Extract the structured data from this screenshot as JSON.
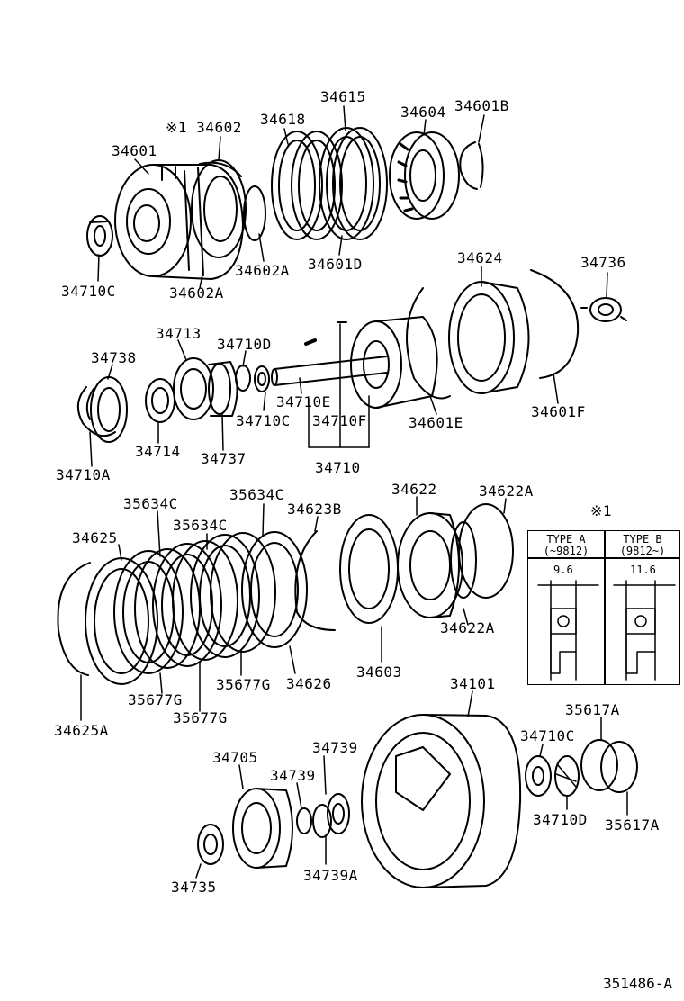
{
  "labels": [
    {
      "id": "p34601",
      "text": "34601"
    },
    {
      "id": "p34602",
      "text": "※1 34602"
    },
    {
      "id": "p34618",
      "text": "34618"
    },
    {
      "id": "p34615",
      "text": "34615"
    },
    {
      "id": "p34604",
      "text": "34604"
    },
    {
      "id": "p34601B",
      "text": "34601B"
    },
    {
      "id": "p34710C_top",
      "text": "34710C"
    },
    {
      "id": "p34602A_low",
      "text": "34602A"
    },
    {
      "id": "p34602A",
      "text": "34602A"
    },
    {
      "id": "p34601D",
      "text": "34601D"
    },
    {
      "id": "p34624",
      "text": "34624"
    },
    {
      "id": "p34736",
      "text": "34736"
    },
    {
      "id": "p34713",
      "text": "34713"
    },
    {
      "id": "p34710D_mid",
      "text": "34710D"
    },
    {
      "id": "p34738",
      "text": "34738"
    },
    {
      "id": "p34710E",
      "text": "34710E"
    },
    {
      "id": "p34710C_mid",
      "text": "34710C"
    },
    {
      "id": "p34710F",
      "text": "34710F"
    },
    {
      "id": "p34601E",
      "text": "34601E"
    },
    {
      "id": "p34601F",
      "text": "34601F"
    },
    {
      "id": "p34714",
      "text": "34714"
    },
    {
      "id": "p34737",
      "text": "34737"
    },
    {
      "id": "p34710",
      "text": "34710"
    },
    {
      "id": "p34710A",
      "text": "34710A"
    },
    {
      "id": "p35634C_a",
      "text": "35634C"
    },
    {
      "id": "p35634C_b",
      "text": "35634C"
    },
    {
      "id": "p35634C_c",
      "text": "35634C"
    },
    {
      "id": "p34623B",
      "text": "34623B"
    },
    {
      "id": "p34622",
      "text": "34622"
    },
    {
      "id": "p34622A_top",
      "text": "34622A"
    },
    {
      "id": "p34625",
      "text": "34625"
    },
    {
      "id": "p34622A_low",
      "text": "34622A"
    },
    {
      "id": "p34603",
      "text": "34603"
    },
    {
      "id": "p35677G_a",
      "text": "35677G"
    },
    {
      "id": "p35677G_b",
      "text": "35677G"
    },
    {
      "id": "p35677G_c",
      "text": "35677G"
    },
    {
      "id": "p34626",
      "text": "34626"
    },
    {
      "id": "p34625A",
      "text": "34625A"
    },
    {
      "id": "p34101",
      "text": "34101"
    },
    {
      "id": "p35617A_top",
      "text": "35617A"
    },
    {
      "id": "p34710C_low",
      "text": "34710C"
    },
    {
      "id": "p34710D_low",
      "text": "34710D"
    },
    {
      "id": "p35617A_low",
      "text": "35617A"
    },
    {
      "id": "p34705",
      "text": "34705"
    },
    {
      "id": "p34739_top",
      "text": "34739"
    },
    {
      "id": "p34739_mid",
      "text": "34739"
    },
    {
      "id": "p34739A",
      "text": "34739A"
    },
    {
      "id": "p34735",
      "text": "34735"
    }
  ],
  "type_box": {
    "note_mark": "※1",
    "type_a": {
      "title": "TYPE A",
      "range": "(~9812)",
      "dimension": "9.6"
    },
    "type_b": {
      "title": "TYPE B",
      "range": "(9812~)",
      "dimension": "11.6"
    }
  },
  "footer_code": "351486-A"
}
